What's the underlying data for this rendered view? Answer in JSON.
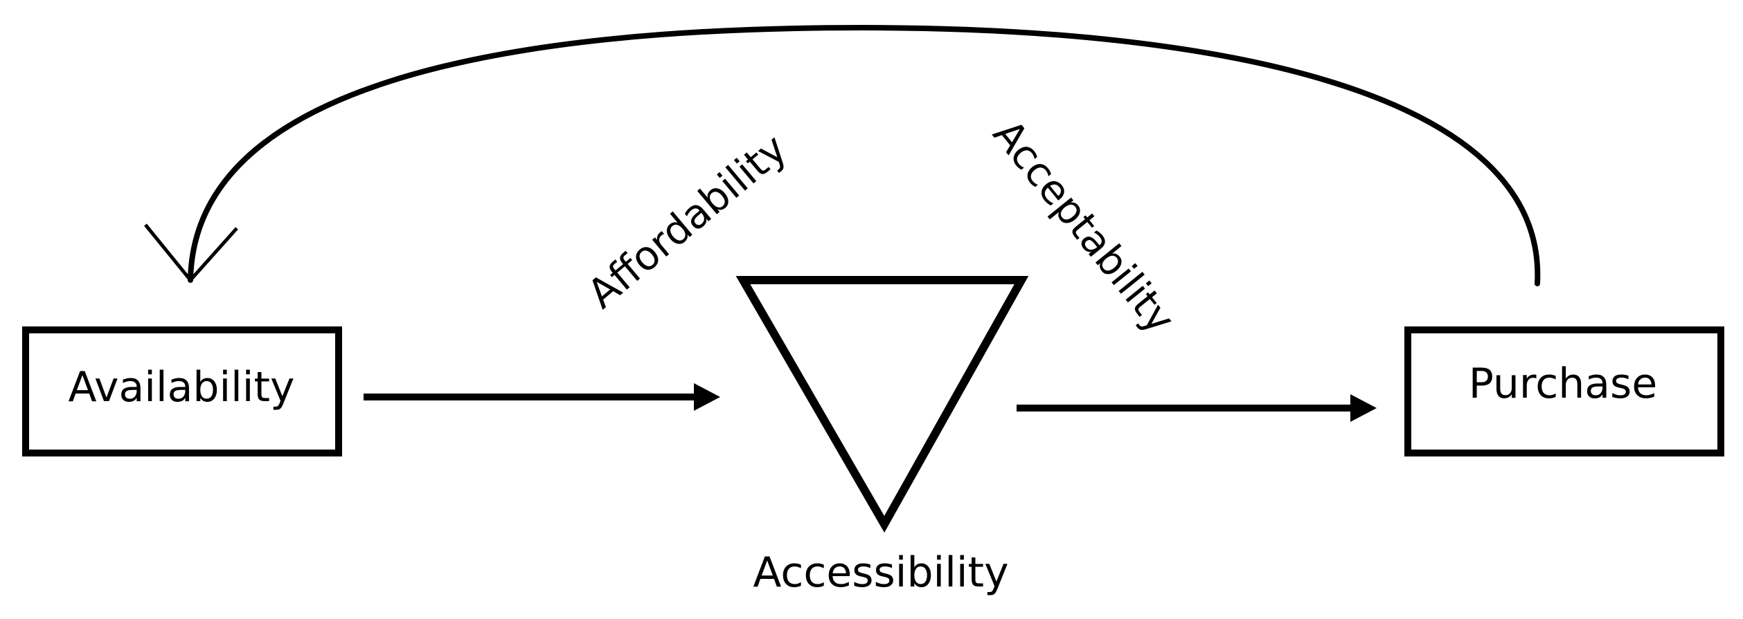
{
  "diagram": {
    "nodes": {
      "availability": "Availability",
      "purchase": "Purchase",
      "accessibility": "Accessibility"
    },
    "labels": {
      "affordability": "Affordability",
      "acceptability": "Acceptability"
    }
  }
}
